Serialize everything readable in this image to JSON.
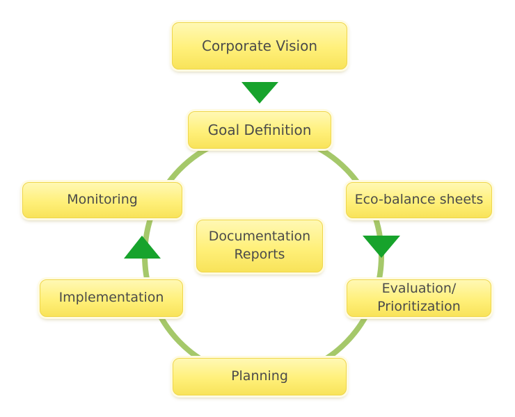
{
  "colors": {
    "cycle_ring": "#a5c86a",
    "arrow": "#17a32c",
    "box_fill": "#fff07a",
    "box_text": "#4a4a4a"
  },
  "nodes": {
    "corporate_vision": "Corporate Vision",
    "goal_definition": "Goal Definition",
    "monitoring": "Monitoring",
    "eco_balance": "Eco-balance sheets",
    "documentation_line1": "Documentation",
    "documentation_line2": "Reports",
    "evaluation_line1": "Evaluation/",
    "evaluation_line2": "Prioritization",
    "implementation": "Implementation",
    "planning": "Planning"
  },
  "arrows": [
    {
      "from": "Corporate Vision",
      "to": "Goal Definition",
      "direction": "down"
    },
    {
      "from": "Eco-balance sheets",
      "to": "Evaluation/ Prioritization",
      "direction": "down"
    },
    {
      "from": "Implementation",
      "to": "Monitoring",
      "direction": "up"
    }
  ]
}
